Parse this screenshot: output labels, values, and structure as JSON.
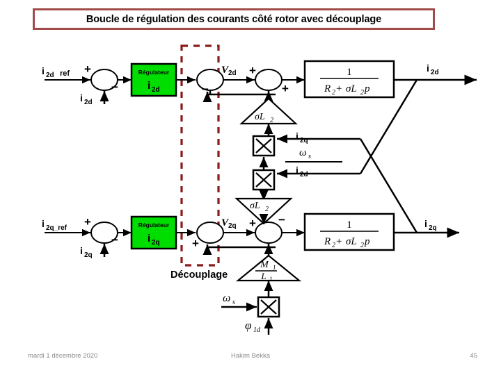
{
  "slide": {
    "title": "Boucle de régulation des courants côté rotor avec découplage",
    "title_border_color": "#a04a4a",
    "background": "#ffffff"
  },
  "diagram": {
    "type": "control-block-diagram",
    "decoupling_region": {
      "label": "Découplage",
      "border_color": "#8b1a1a",
      "border_style": "dashed"
    },
    "regulators": [
      {
        "line1": "Régulateur",
        "line2": "i",
        "sub2": "2d",
        "fill": "#00dd00"
      },
      {
        "line1": "Régulateur",
        "line2": "i",
        "sub2": "2q",
        "fill": "#00dd00"
      }
    ],
    "d_axis": {
      "input_label": "i",
      "input_sub": "2d_ref",
      "feedback_label": "i",
      "feedback_sub": "2d",
      "sum1_signs": [
        "+",
        "−"
      ],
      "control_voltage": "V",
      "control_voltage_sub": "2d",
      "sum2_signs": [
        "+",
        "+"
      ],
      "plant_numerator": "1",
      "plant_denominator": "R₂ + σL₂p",
      "output_label": "i",
      "output_sub": "2d"
    },
    "q_axis": {
      "input_label": "i",
      "input_sub": "2q_ref",
      "feedback_label": "i",
      "feedback_sub": "2q",
      "sum1_signs": [
        "+",
        "−"
      ],
      "control_voltage": "V",
      "control_voltage_sub": "2q",
      "sum2_signs": [
        "+",
        "−"
      ],
      "plant_numerator": "1",
      "plant_denominator": "R₂ + σL₂p",
      "output_label": "i",
      "output_sub": "2q"
    },
    "gains": [
      {
        "name": "sigma-L2-upper",
        "text": "σL",
        "sub": "2",
        "shape": "triangle-up"
      },
      {
        "name": "sigma-L2-lower",
        "text": "σL",
        "sub": "2",
        "shape": "triangle-down"
      },
      {
        "name": "m1-over-l1",
        "numerator": "M",
        "num_sub": "1",
        "denominator": "L",
        "den_sub": "1",
        "shape": "triangle-up"
      }
    ],
    "multipliers": [
      {
        "name": "mult-i2q-omega",
        "glyph": "×",
        "inputs": [
          "i₂q",
          "ωs"
        ]
      },
      {
        "name": "mult-i2d-omega",
        "glyph": "×",
        "inputs": [
          "i₂d",
          "ωs"
        ]
      },
      {
        "name": "mult-omega-phi",
        "glyph": "×",
        "inputs": [
          "ωs",
          "φ1d"
        ]
      }
    ],
    "signal_labels": {
      "i2q_cross": "i",
      "i2q_cross_sub": "2q",
      "omega_s": "ω",
      "omega_s_sub": "s",
      "i2d_cross": "i",
      "i2d_cross_sub": "2d",
      "omega_s_bottom": "ω",
      "omega_s_bottom_sub": "s",
      "phi_1d": "φ",
      "phi_1d_sub": "1d"
    }
  },
  "footer": {
    "date": "mardi 1 décembre 2020",
    "author": "Hakim Bekka",
    "page": "45"
  }
}
